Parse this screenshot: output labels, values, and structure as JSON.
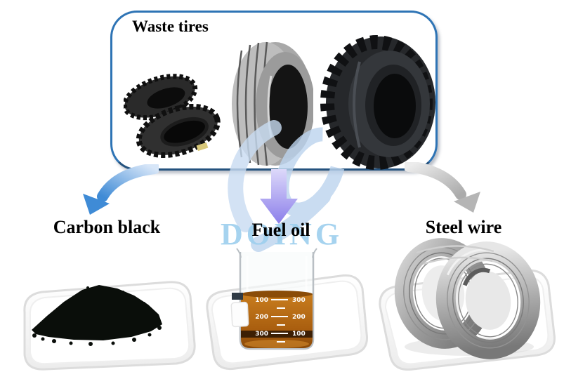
{
  "diagram": {
    "title": "Waste tires",
    "watermark": "DOING",
    "products": [
      {
        "label": "Carbon black"
      },
      {
        "label": "Fuel oil"
      },
      {
        "label": "Steel wire"
      }
    ]
  },
  "beaker": {
    "scale_rows": [
      {
        "left": "100",
        "right": "300"
      },
      {
        "left": "200",
        "right": "200"
      },
      {
        "left": "300",
        "right": "100"
      }
    ]
  },
  "colors": {
    "box_border": "#2e74b5",
    "arrow_blue": "#3f8bd6",
    "arrow_purple": "#8b7eea",
    "arrow_gray": "#ababab",
    "oil_amber": "#b4691a",
    "watermark_blue": "#9dcfee"
  }
}
